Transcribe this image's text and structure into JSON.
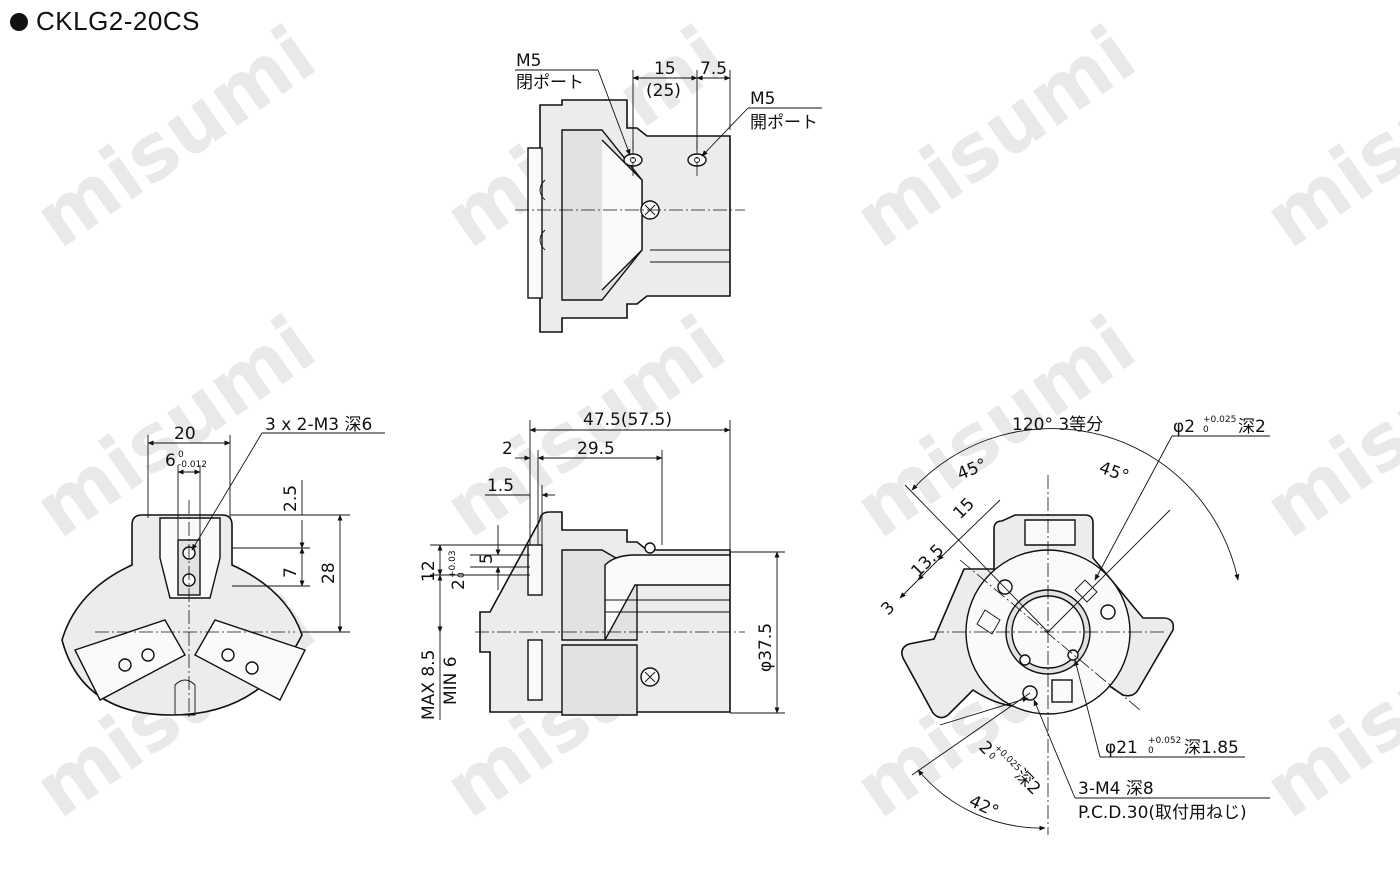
{
  "title": "CKLG2-20CS",
  "watermark": "misumi",
  "top_view": {
    "port_left_label": "M5",
    "port_left_desc": "閉ポート",
    "port_right_label": "M5",
    "port_right_desc": "開ポート",
    "dim_15": "15",
    "dim_25": "(25)",
    "dim_7_5": "7.5"
  },
  "left_view": {
    "dim_20": "20",
    "dim_6": "6",
    "tol_6_upper": "0",
    "tol_6_lower": "-0.012",
    "holes": "3 x 2-M3 深6",
    "dim_2_5": "2.5",
    "dim_7": "7",
    "dim_28": "28"
  },
  "side_view": {
    "dim_47_5": "47.5(57.5)",
    "dim_2": "2",
    "dim_29_5": "29.5",
    "dim_1_5": "1.5",
    "dim_12": "12",
    "dim_5": "5",
    "dim_2_tol": "2",
    "tol_2_upper": "+0.03",
    "tol_2_lower": "0",
    "stroke_max": "MAX 8.5",
    "stroke_min": "MIN 6",
    "dia_37_5": "φ37.5"
  },
  "right_view": {
    "div_label": "120° 3等分",
    "angle_45_left": "45°",
    "angle_45_right": "45°",
    "pin_hole": "φ2",
    "pin_tol_upper": "+0.025",
    "pin_tol_lower": "0",
    "pin_depth": "深2",
    "dim_15": "15",
    "dim_13_5": "13.5",
    "dim_3": "3",
    "bore": "φ21",
    "bore_tol_upper": "+0.052",
    "bore_tol_lower": "0",
    "bore_depth": "深1.85",
    "pin2": "2",
    "pin2_tol_upper": "+0.025",
    "pin2_tol_lower": "0",
    "pin2_depth": "深2",
    "mount_holes": "3-M4 深8",
    "pcd": "P.C.D.30(取付用ねじ)",
    "angle_42": "42°"
  }
}
